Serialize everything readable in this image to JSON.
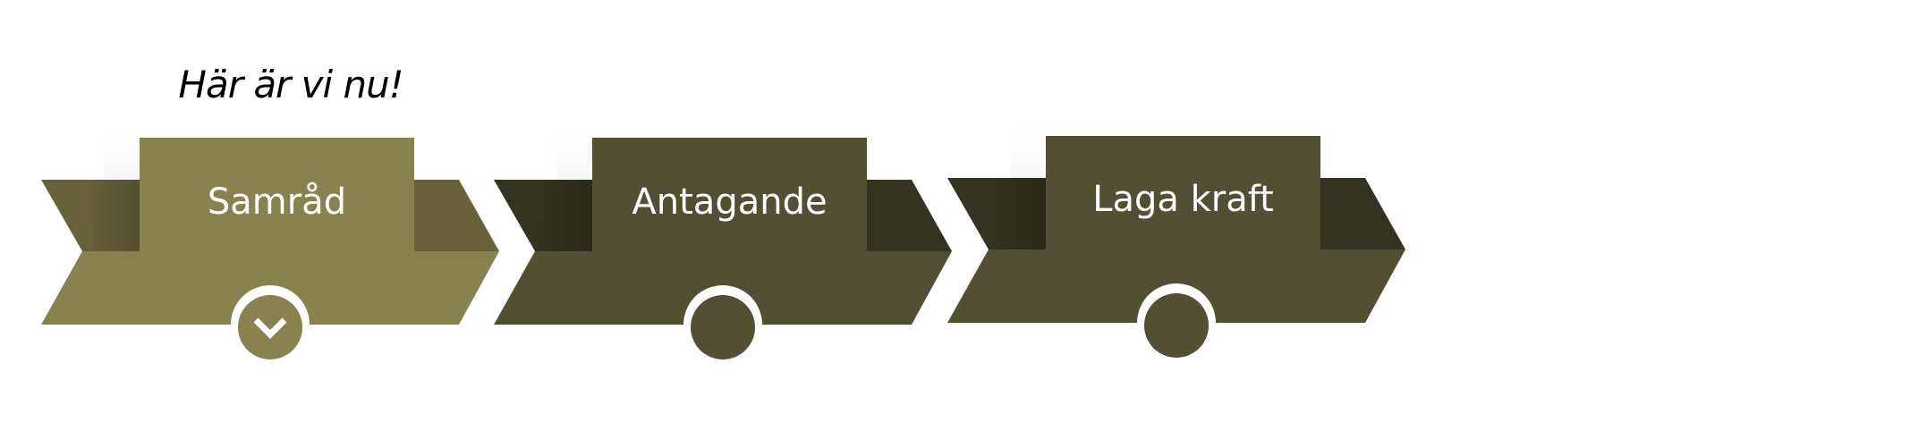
{
  "callout": "Här är vi nu!",
  "steps": [
    {
      "label": "Samråd",
      "status": "current",
      "icon": "check-icon"
    },
    {
      "label": "Antagande",
      "status": "upcoming",
      "icon": "circle-icon"
    },
    {
      "label": "Laga kraft",
      "status": "upcoming",
      "icon": "circle-icon"
    }
  ],
  "colors": {
    "current_main": "#87824f",
    "current_band": "#67623a",
    "upcoming_main": "#524f32",
    "upcoming_band": "#343220"
  }
}
